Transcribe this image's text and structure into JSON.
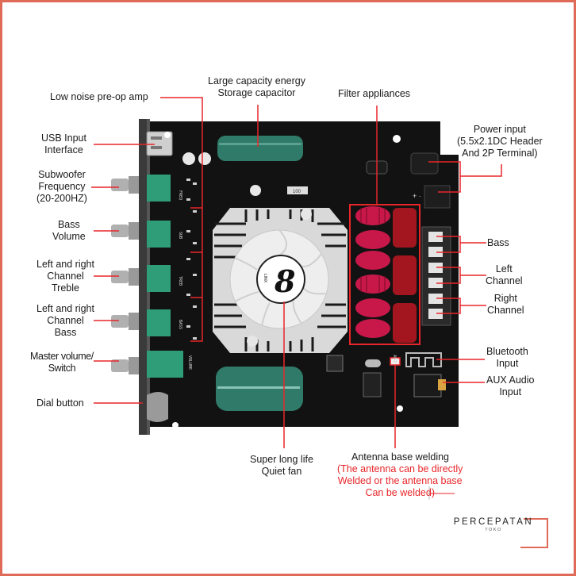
{
  "labels": {
    "low_noise_preamp": "Low noise pre-op amp",
    "usb_input": [
      "USB Input",
      "Interface"
    ],
    "subwoofer_frequency": [
      "Subwoofer",
      "Frequency",
      "(20-200HZ)"
    ],
    "bass_volume": [
      "Bass",
      "Volume"
    ],
    "lr_treble": [
      "Left and right",
      "Channel",
      "Treble"
    ],
    "lr_bass": [
      "Left and right",
      "Channel",
      "Bass"
    ],
    "master_volume": [
      "Master volume/",
      "Switch"
    ],
    "dial_button": "Dial button",
    "storage_capacitor": [
      "Large capacity energy",
      "Storage capacitor"
    ],
    "filter_appliances": "Filter appliances",
    "power_input": [
      "Power input",
      "(5.5x2.1DC Header",
      "And 2P Terminal)"
    ],
    "bass_out": "Bass",
    "left_channel": [
      "Left",
      "Channel"
    ],
    "right_channel": [
      "Right",
      "Channel"
    ],
    "bluetooth_input": [
      "Bluetooth",
      "Input"
    ],
    "aux_input": [
      "AUX Audio",
      "Input"
    ],
    "quiet_fan": [
      "Super long life",
      "Quiet fan"
    ],
    "antenna_title": "Antenna base welding",
    "antenna_note": [
      "(The antenna can be directly",
      "Welded or the antenna base",
      "Can be welded)"
    ]
  },
  "board": {
    "pot_labels": [
      "FREQ",
      "SUB",
      "TREB",
      "BASS",
      "VOLUME"
    ],
    "fan_logo": "8",
    "fan_brand": "LINX",
    "resistor_code": "100",
    "antenna_pad_label": "ANT"
  },
  "brand": {
    "name": "PERCEPATAN",
    "sub": "TOKO"
  },
  "colors": {
    "accent_red": "#e8262a",
    "frame": "#e06a58",
    "pcb": "#121212",
    "capacitor": "#2f7a68",
    "pot_green": "#2e9d78",
    "coil": "#c8184a"
  }
}
